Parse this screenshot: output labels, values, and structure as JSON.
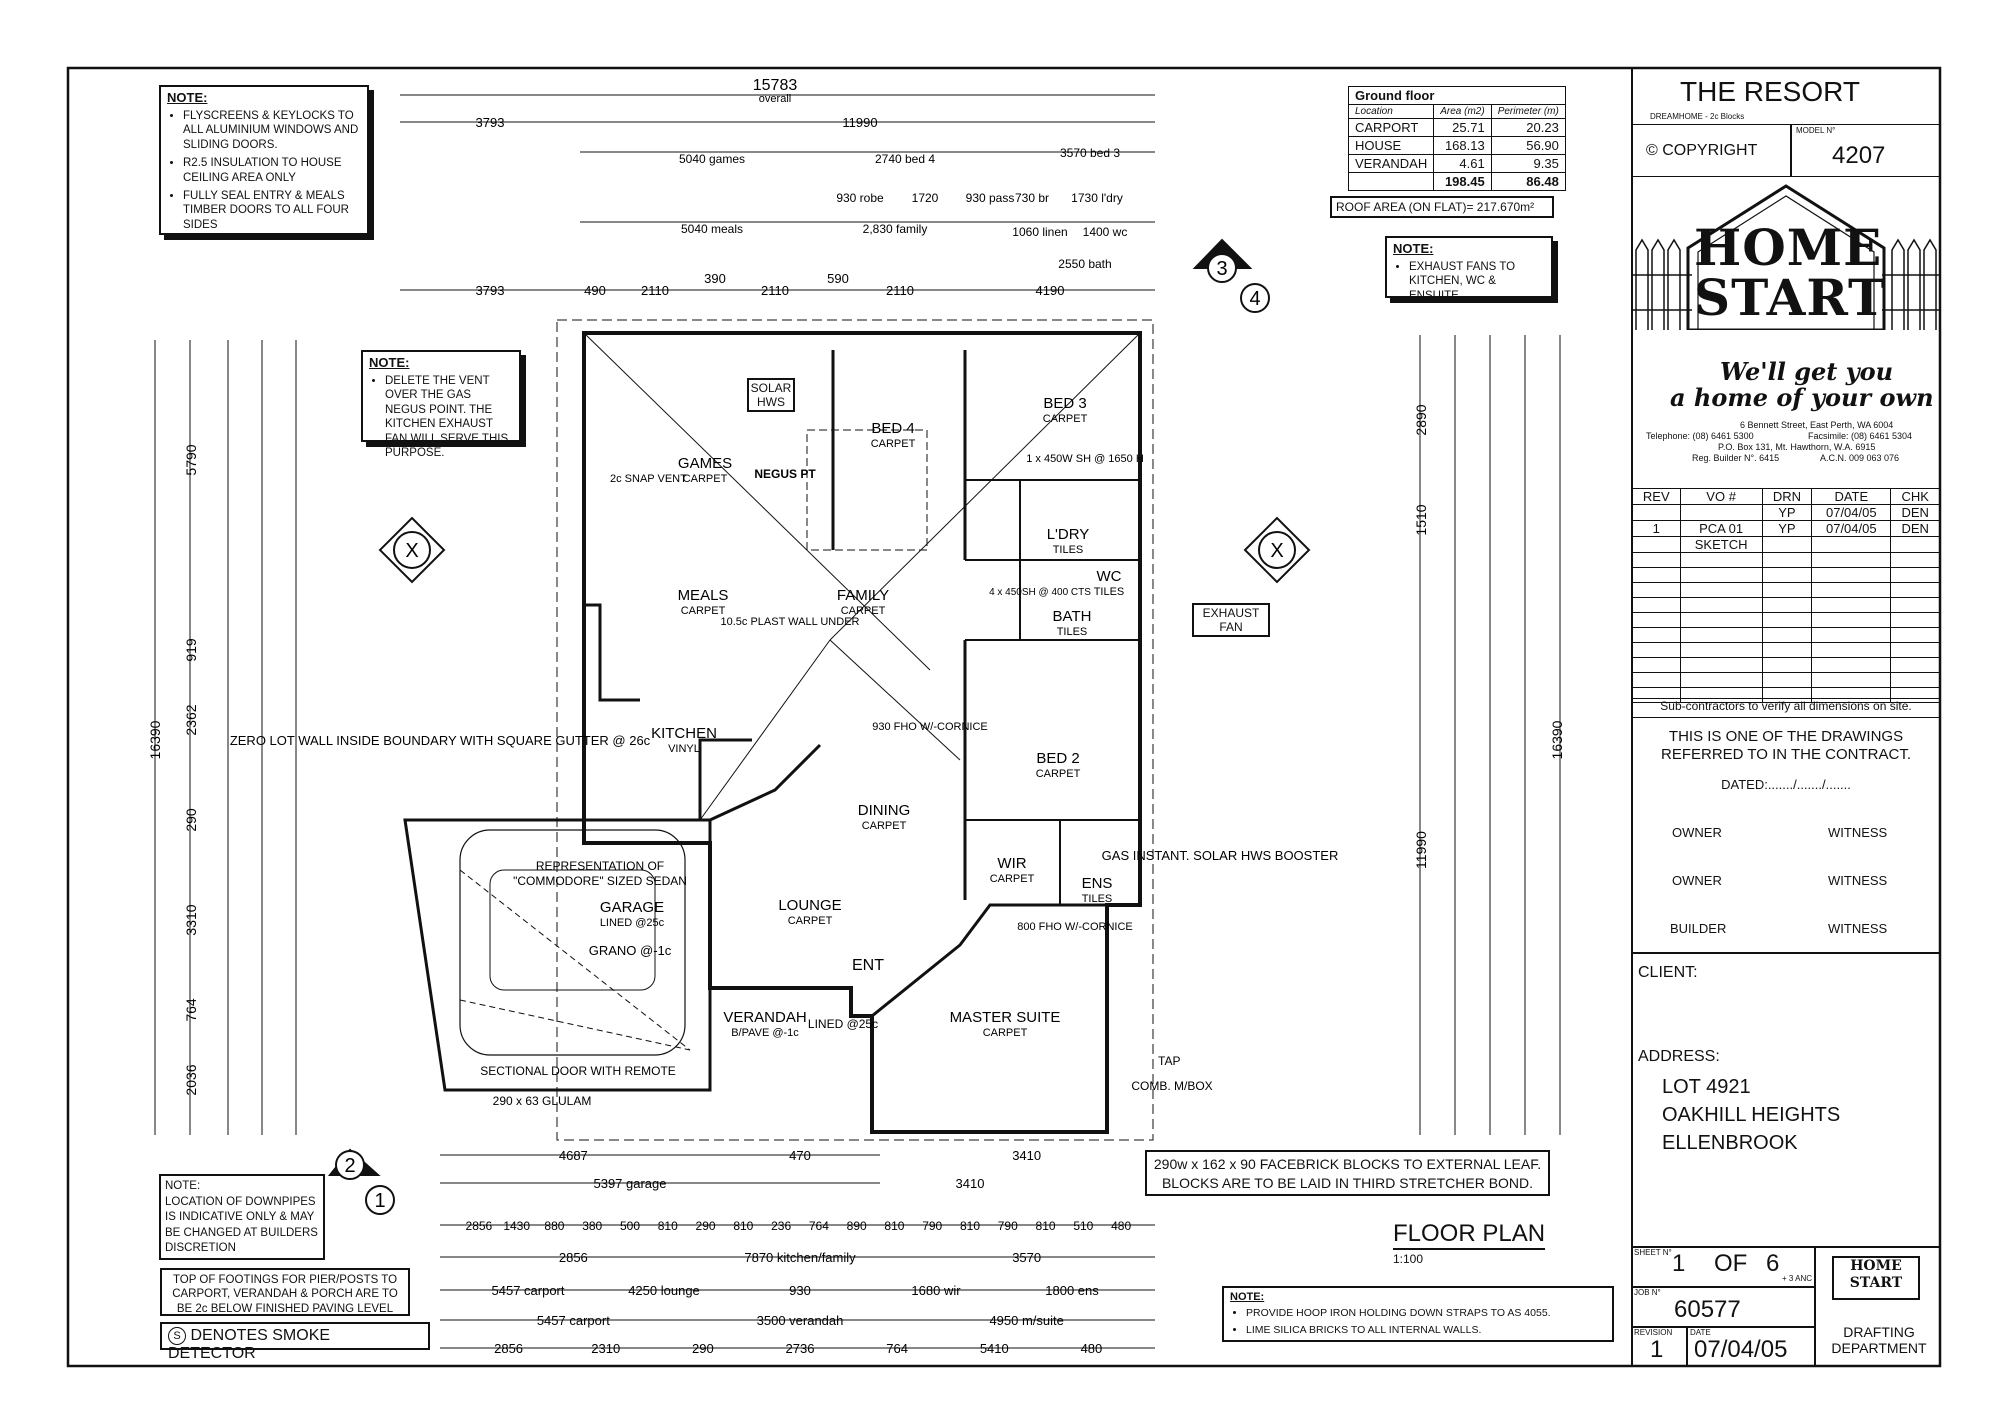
{
  "title_block": {
    "project_name": "THE RESORT",
    "project_sub": "DREAMHOME - 2c Blocks",
    "copyright": "© COPYRIGHT",
    "model_label": "MODEL N°",
    "model_no": "4207",
    "logo_line1": "HOME",
    "logo_line2": "START",
    "slogan_line1": "We'll get you",
    "slogan_line2": "a home of your own",
    "company_address": "6 Bennett Street, East Perth, WA 6004",
    "company_phone": "Telephone: (08) 6461 5300",
    "company_fax": "Facsimile: (08) 6461 5304",
    "company_po": "P.O. Box 131, Mt. Hawthorn, W.A. 6915",
    "company_reg": "Reg. Builder N°. 6415",
    "company_acn": "A.C.N. 009 063 076",
    "subcontractors_note": "Sub-contractors to verify all dimensions on site.",
    "contract_line1": "THIS IS ONE OF THE DRAWINGS",
    "contract_line2": "REFERRED TO IN THE CONTRACT.",
    "dated": "DATED:......./......./.......",
    "owner1": "OWNER",
    "witness1": "WITNESS",
    "owner2": "OWNER",
    "witness2": "WITNESS",
    "builder": "BUILDER",
    "witness3": "WITNESS",
    "client_label": "CLIENT:",
    "address_label": "ADDRESS:",
    "address_line1": "LOT 4921",
    "address_line2": "OAKHILL HEIGHTS",
    "address_line3": "ELLENBROOK",
    "sheet_label": "SHEET N°",
    "sheet_no": "1",
    "sheet_of": "OF",
    "sheet_total": "6",
    "sheet_anc": "+ 3 ANC",
    "job_label": "JOB N°",
    "job_no": "60577",
    "revision_label": "REVISION",
    "revision_no": "1",
    "date_label": "DATE",
    "date_value": "07/04/05",
    "dept_line1": "DRAFTING",
    "dept_line2": "DEPARTMENT"
  },
  "revisions": {
    "headers": [
      "REV",
      "VO #",
      "DRN",
      "DATE",
      "CHK"
    ],
    "rows": [
      [
        "",
        "",
        "YP",
        "07/04/05",
        "DEN"
      ],
      [
        "1",
        "PCA 01",
        "YP",
        "07/04/05",
        "DEN"
      ],
      [
        "",
        "SKETCH",
        "",
        "",
        ""
      ]
    ]
  },
  "area_table": {
    "title": "Ground floor",
    "headers": [
      "Location",
      "Area (m2)",
      "Perimeter (m)"
    ],
    "rows": [
      [
        "CARPORT",
        "25.71",
        "20.23"
      ],
      [
        "HOUSE",
        "168.13",
        "56.90"
      ],
      [
        "VERANDAH",
        "4.61",
        "9.35"
      ],
      [
        "",
        "198.45",
        "86.48"
      ]
    ],
    "roof_area": "ROOF AREA (ON FLAT)= 217.670m²"
  },
  "notes": {
    "top_left_title": "NOTE:",
    "top_left_items": [
      "FLYSCREENS & KEYLOCKS TO ALL ALUMINIUM WINDOWS AND SLIDING DOORS.",
      "R2.5 INSULATION TO HOUSE CEILING AREA ONLY",
      "FULLY SEAL ENTRY & MEALS TIMBER DOORS TO ALL FOUR SIDES"
    ],
    "vent_title": "NOTE:",
    "vent_items": [
      "DELETE THE VENT OVER THE GAS NEGUS POINT. THE KITCHEN EXHAUST FAN WILL SERVE THIS PURPOSE."
    ],
    "fans_title": "NOTE:",
    "fans_items": [
      "EXHAUST FANS TO KITCHEN, WC & ENSUITE"
    ],
    "downpipes": "NOTE:\nLOCATION OF DOWNPIPES IS INDICATIVE ONLY & MAY BE CHANGED AT BUILDERS DISCRETION",
    "footings": "TOP OF FOOTINGS FOR PIER/POSTS TO CARPORT, VERANDAH & PORCH ARE TO BE 2c BELOW FINISHED PAVING LEVEL",
    "smoke_symbol": "S",
    "smoke": "DENOTES SMOKE DETECTOR",
    "facebrick": "290w x 162 x 90 FACEBRICK BLOCKS TO EXTERNAL LEAF. BLOCKS ARE TO BE LAID IN THIRD STRETCHER BOND.",
    "bottom_title": "NOTE:",
    "bottom_items": [
      "PROVIDE HOOP IRON HOLDING DOWN STRAPS TO AS 4055.",
      "LIME SILICA BRICKS TO ALL INTERNAL WALLS."
    ]
  },
  "drawing": {
    "title": "FLOOR PLAN",
    "scale": "1:100"
  },
  "rooms": [
    {
      "name": "GAMES",
      "finish": "CARPET"
    },
    {
      "name": "BED 4",
      "finish": "CARPET"
    },
    {
      "name": "BED 3",
      "finish": "CARPET"
    },
    {
      "name": "MEALS",
      "finish": "CARPET"
    },
    {
      "name": "FAMILY",
      "finish": "CARPET"
    },
    {
      "name": "KITCHEN",
      "finish": "VINYL"
    },
    {
      "name": "L'DRY",
      "finish": "TILES"
    },
    {
      "name": "WC",
      "finish": "TILES"
    },
    {
      "name": "BATH",
      "finish": "TILES"
    },
    {
      "name": "BED 2",
      "finish": "CARPET"
    },
    {
      "name": "DINING",
      "finish": "CARPET"
    },
    {
      "name": "LOUNGE",
      "finish": "CARPET"
    },
    {
      "name": "WIR",
      "finish": "CARPET"
    },
    {
      "name": "ENS",
      "finish": "TILES"
    },
    {
      "name": "MASTER SUITE",
      "finish": "CARPET"
    },
    {
      "name": "GARAGE",
      "finish": "LINED @25c"
    },
    {
      "name": "VERANDAH",
      "finish": "B/PAVE @-1c"
    }
  ],
  "plan_labels": {
    "solar": "SOLAR HWS",
    "negus": "NEGUS PT",
    "snap_vent": "2c SNAP VENT",
    "plast": "10.5c PLAST WALL UNDER",
    "exhaust": "EXHAUST FAN",
    "gas": "GAS INSTANT. SOLAR HWS BOOSTER",
    "zero_lot": "ZERO LOT WALL INSIDE BOUNDARY WITH SQUARE GUTTER @ 26c",
    "sedan1": "REPRESENTATION OF",
    "sedan2": "\"COMMODORE\" SIZED SEDAN",
    "grano": "GRANO @-1c",
    "sectional": "SECTIONAL DOOR WITH REMOTE",
    "glulam": "290 x 63 GLULAM",
    "ent": "ENT",
    "lined": "LINED @25c",
    "fho1": "930 FHO W/-CORNICE",
    "fho2": "800 FHO W/-CORNICE",
    "sh1": "1 x 450W SH @ 1650 H",
    "sh2": "4 x 450SH @ 400 CTS",
    "tap": "TAP",
    "comb": "COMB. M/BOX",
    "section_x": "X",
    "marker_3": "3",
    "marker_4": "4",
    "marker_2": "2",
    "marker_1": "1"
  },
  "dimensions": {
    "overall_width": "15783",
    "overall_word": "overall",
    "top_row1": [
      "3793",
      "11990"
    ],
    "top_row_rooms": [
      "5040 games",
      "2740 bed 4",
      "3570 bed 3",
      "5040 meals",
      "2,830 family",
      "930 robe",
      "1720",
      "930 pass",
      "730 br",
      "1730 l'dry",
      "1060 linen",
      "1400 wc",
      "2550 bath"
    ],
    "top_row3": [
      "3793",
      "490",
      "2110",
      "390",
      "2110",
      "590",
      "2110",
      "4190"
    ],
    "left_overall": "16390",
    "left_segments": [
      "5790",
      "919",
      "2362",
      "290",
      "3310",
      "764",
      "2036"
    ],
    "right_overall": "16390",
    "right_segments": [
      "2890",
      "1510",
      "11990"
    ],
    "bottom_rows": [
      [
        "4687",
        "470",
        "3410"
      ],
      [
        "5397 garage",
        "3410"
      ],
      [
        "2856",
        "1430",
        "880",
        "380",
        "500",
        "810",
        "290",
        "810",
        "236",
        "764",
        "890",
        "810",
        "790",
        "810",
        "790",
        "810",
        "510",
        "480"
      ],
      [
        "2856",
        "7870 kitchen/family",
        "3570"
      ],
      [
        "5457 carport",
        "4250 lounge",
        "930",
        "1680 wir",
        "1800 ens"
      ],
      [
        "5457 carport",
        "3500 verandah",
        "4950 m/suite"
      ],
      [
        "2856",
        "2310",
        "290",
        "2736",
        "764",
        "5410",
        "480"
      ]
    ]
  }
}
